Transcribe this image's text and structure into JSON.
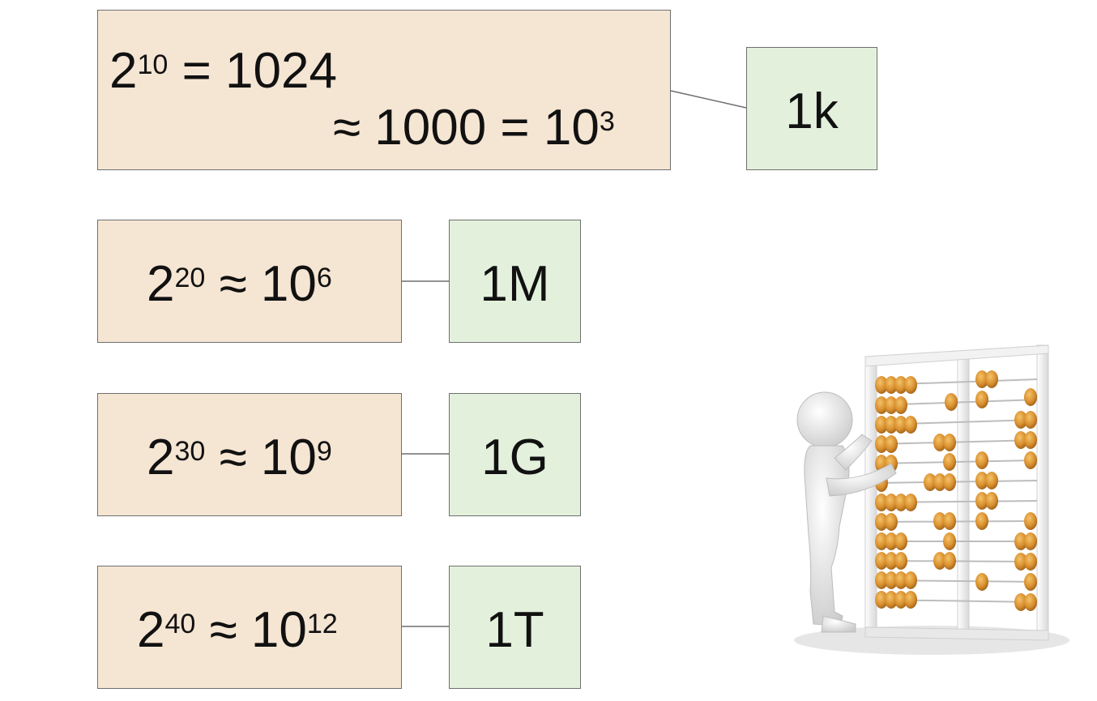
{
  "rows": [
    {
      "lines": [
        {
          "base": "2",
          "exp": "10",
          "rest": " = 1024",
          "tail_base": "",
          "tail_exp": ""
        },
        {
          "prefix": "≈ 1000 = ",
          "base": "10",
          "exp": "3"
        }
      ],
      "unit": "1k"
    },
    {
      "base": "2",
      "exp": "20",
      "op": " ≈ ",
      "rbase": "10",
      "rexp": "6",
      "unit": "1M"
    },
    {
      "base": "2",
      "exp": "30",
      "op": " ≈ ",
      "rbase": "10",
      "rexp": "9",
      "unit": "1G"
    },
    {
      "base": "2",
      "exp": "40",
      "op": " ≈ ",
      "rbase": "10",
      "rexp": "12",
      "unit": "1T"
    }
  ],
  "colors": {
    "equation_box": "#f5e5d3",
    "unit_box": "#e3f1dc",
    "border": "#6f6f6f",
    "bead": "#d9902f"
  },
  "illustration": "person-at-abacus"
}
